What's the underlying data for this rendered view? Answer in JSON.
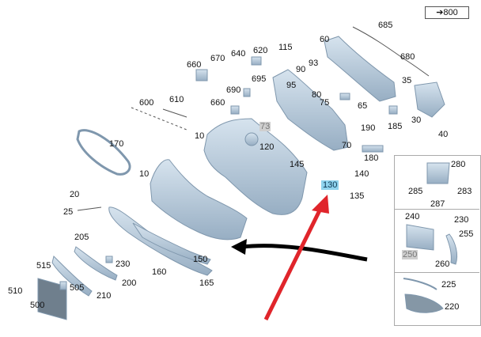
{
  "ref": {
    "arrow": "➔",
    "page": "800"
  },
  "labels": [
    {
      "id": "l685",
      "text": "685"
    },
    {
      "id": "l60",
      "text": "60"
    },
    {
      "id": "l680",
      "text": "680"
    },
    {
      "id": "l35",
      "text": "35"
    },
    {
      "id": "l30",
      "text": "30"
    },
    {
      "id": "l40",
      "text": "40"
    },
    {
      "id": "l115",
      "text": "115"
    },
    {
      "id": "l620",
      "text": "620"
    },
    {
      "id": "l640",
      "text": "640"
    },
    {
      "id": "l670",
      "text": "670"
    },
    {
      "id": "l660a",
      "text": "660"
    },
    {
      "id": "l90",
      "text": "90"
    },
    {
      "id": "l93",
      "text": "93"
    },
    {
      "id": "l695",
      "text": "695"
    },
    {
      "id": "l95",
      "text": "95"
    },
    {
      "id": "l690",
      "text": "690"
    },
    {
      "id": "l80",
      "text": "80"
    },
    {
      "id": "l75",
      "text": "75"
    },
    {
      "id": "l65",
      "text": "65"
    },
    {
      "id": "l185",
      "text": "185"
    },
    {
      "id": "l190",
      "text": "190"
    },
    {
      "id": "l600",
      "text": "600"
    },
    {
      "id": "l610",
      "text": "610"
    },
    {
      "id": "l660b",
      "text": "660"
    },
    {
      "id": "l73",
      "text": "73"
    },
    {
      "id": "l10a",
      "text": "10"
    },
    {
      "id": "l120",
      "text": "120"
    },
    {
      "id": "l70",
      "text": "70"
    },
    {
      "id": "l180",
      "text": "180"
    },
    {
      "id": "l170",
      "text": "170"
    },
    {
      "id": "l145",
      "text": "145"
    },
    {
      "id": "l140",
      "text": "140"
    },
    {
      "id": "l130",
      "text": "130"
    },
    {
      "id": "l135",
      "text": "135"
    },
    {
      "id": "l10b",
      "text": "10"
    },
    {
      "id": "l20",
      "text": "20"
    },
    {
      "id": "l25",
      "text": "25"
    },
    {
      "id": "l205",
      "text": "205"
    },
    {
      "id": "l230a",
      "text": "230"
    },
    {
      "id": "l150",
      "text": "150"
    },
    {
      "id": "l160",
      "text": "160"
    },
    {
      "id": "l165",
      "text": "165"
    },
    {
      "id": "l515",
      "text": "515"
    },
    {
      "id": "l505",
      "text": "505"
    },
    {
      "id": "l200",
      "text": "200"
    },
    {
      "id": "l210",
      "text": "210"
    },
    {
      "id": "l510",
      "text": "510"
    },
    {
      "id": "l500",
      "text": "500"
    },
    {
      "id": "l280",
      "text": "280"
    },
    {
      "id": "l285",
      "text": "285"
    },
    {
      "id": "l283",
      "text": "283"
    },
    {
      "id": "l287",
      "text": "287"
    },
    {
      "id": "l240",
      "text": "240"
    },
    {
      "id": "l230b",
      "text": "230"
    },
    {
      "id": "l255",
      "text": "255"
    },
    {
      "id": "l250",
      "text": "250"
    },
    {
      "id": "l260",
      "text": "260"
    },
    {
      "id": "l225",
      "text": "225"
    },
    {
      "id": "l220",
      "text": "220"
    }
  ],
  "colors": {
    "part_fill": "#b9ccdc",
    "part_stroke": "#7f97ad",
    "highlight": "#8fd3ee",
    "red_arrow": "#e0252b",
    "black_arrow": "#000000"
  }
}
